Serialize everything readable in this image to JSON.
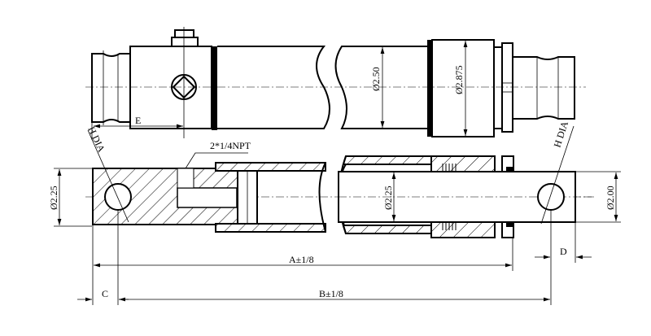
{
  "drawing": {
    "top_view": {
      "bore_label": "Ø2.50",
      "gland_label": "Ø2.875",
      "e_label": "E",
      "h_dia_label": "H DIA"
    },
    "section_view": {
      "port_label": "2*1/4NPT",
      "h_dia_left": "H DIA",
      "h_dia_right": "H DIA",
      "clevis_left_label": "Ø2.25",
      "tube_inner_label": "Ø2.25",
      "rod_end_label": "Ø2.00",
      "a_label": "A±1/8",
      "b_label": "B±1/8",
      "c_label": "C",
      "d_label": "D"
    }
  }
}
